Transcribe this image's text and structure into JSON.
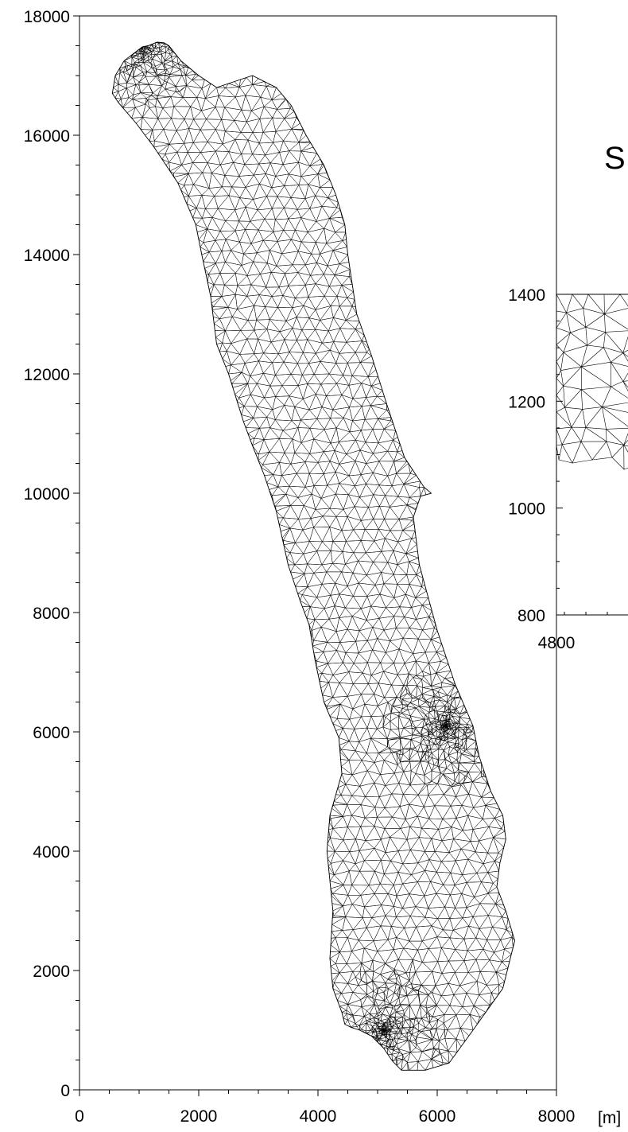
{
  "chart_data": [
    {
      "type": "mesh",
      "description_visible": "triangular finite-element mesh of an elongated lake outline",
      "xlim": [
        0,
        8000
      ],
      "ylim": [
        0,
        18000
      ],
      "x_ticks": [
        "0",
        "2000",
        "4000",
        "6000",
        "8000"
      ],
      "y_ticks": [
        "0",
        "2000",
        "4000",
        "6000",
        "8000",
        "10000",
        "12000",
        "14000",
        "16000",
        "18000"
      ],
      "unit_label": "[m]",
      "outline_x": [
        1050,
        1150,
        1300,
        1420,
        1500,
        1700,
        2000,
        2300,
        2600,
        2900,
        3300,
        3550,
        3800,
        4100,
        4300,
        4450,
        4500,
        4650,
        4900,
        5150,
        5450,
        5780,
        5900,
        5720,
        5600,
        5700,
        6000,
        6300,
        6600,
        6700,
        6900,
        7100,
        7150,
        7050,
        7000,
        7150,
        7300,
        7100,
        6600,
        6200,
        5800,
        5400,
        5250,
        5100,
        4900,
        4700,
        4550,
        4450,
        4400,
        4250,
        4200,
        4250,
        4150,
        4200,
        4400,
        4350,
        4100,
        3950,
        3850,
        3700,
        3500,
        3300,
        3100,
        2900,
        2750,
        2500,
        2300,
        2200,
        2050,
        1950,
        1650,
        1250,
        950,
        650,
        550,
        600,
        750,
        1050
      ],
      "outline_y": [
        17480,
        17500,
        17560,
        17550,
        17500,
        17250,
        17000,
        16800,
        16900,
        17000,
        16800,
        16500,
        16000,
        15500,
        15000,
        14500,
        14000,
        13000,
        12300,
        11500,
        10600,
        10100,
        10000,
        9950,
        9600,
        8800,
        7700,
        6800,
        6100,
        5600,
        5000,
        4600,
        4200,
        3800,
        3400,
        3000,
        2500,
        1700,
        1000,
        450,
        330,
        330,
        480,
        700,
        900,
        1000,
        1050,
        1100,
        1300,
        1700,
        2200,
        3000,
        4000,
        4600,
        5300,
        5900,
        6500,
        7200,
        7800,
        8200,
        8800,
        9700,
        10300,
        10800,
        11200,
        12000,
        12500,
        13300,
        14000,
        14500,
        15200,
        15800,
        16200,
        16550,
        16700,
        17000,
        17250,
        17480
      ],
      "dense_regions": [
        {
          "x": 1050,
          "y": 17500,
          "strength": 1.0
        },
        {
          "x": 6150,
          "y": 6100,
          "strength": 1.0
        },
        {
          "x": 5100,
          "y": 1000,
          "strength": 1.0
        }
      ]
    },
    {
      "type": "mesh",
      "description_visible": "partially visible inset mesh panel",
      "xlim": [
        4800,
        5700
      ],
      "ylim": [
        800,
        1400
      ],
      "x_ticks": [
        "4800"
      ],
      "y_ticks": [
        "800",
        "1000",
        "1200",
        "1400"
      ]
    }
  ],
  "side_letter": "S"
}
